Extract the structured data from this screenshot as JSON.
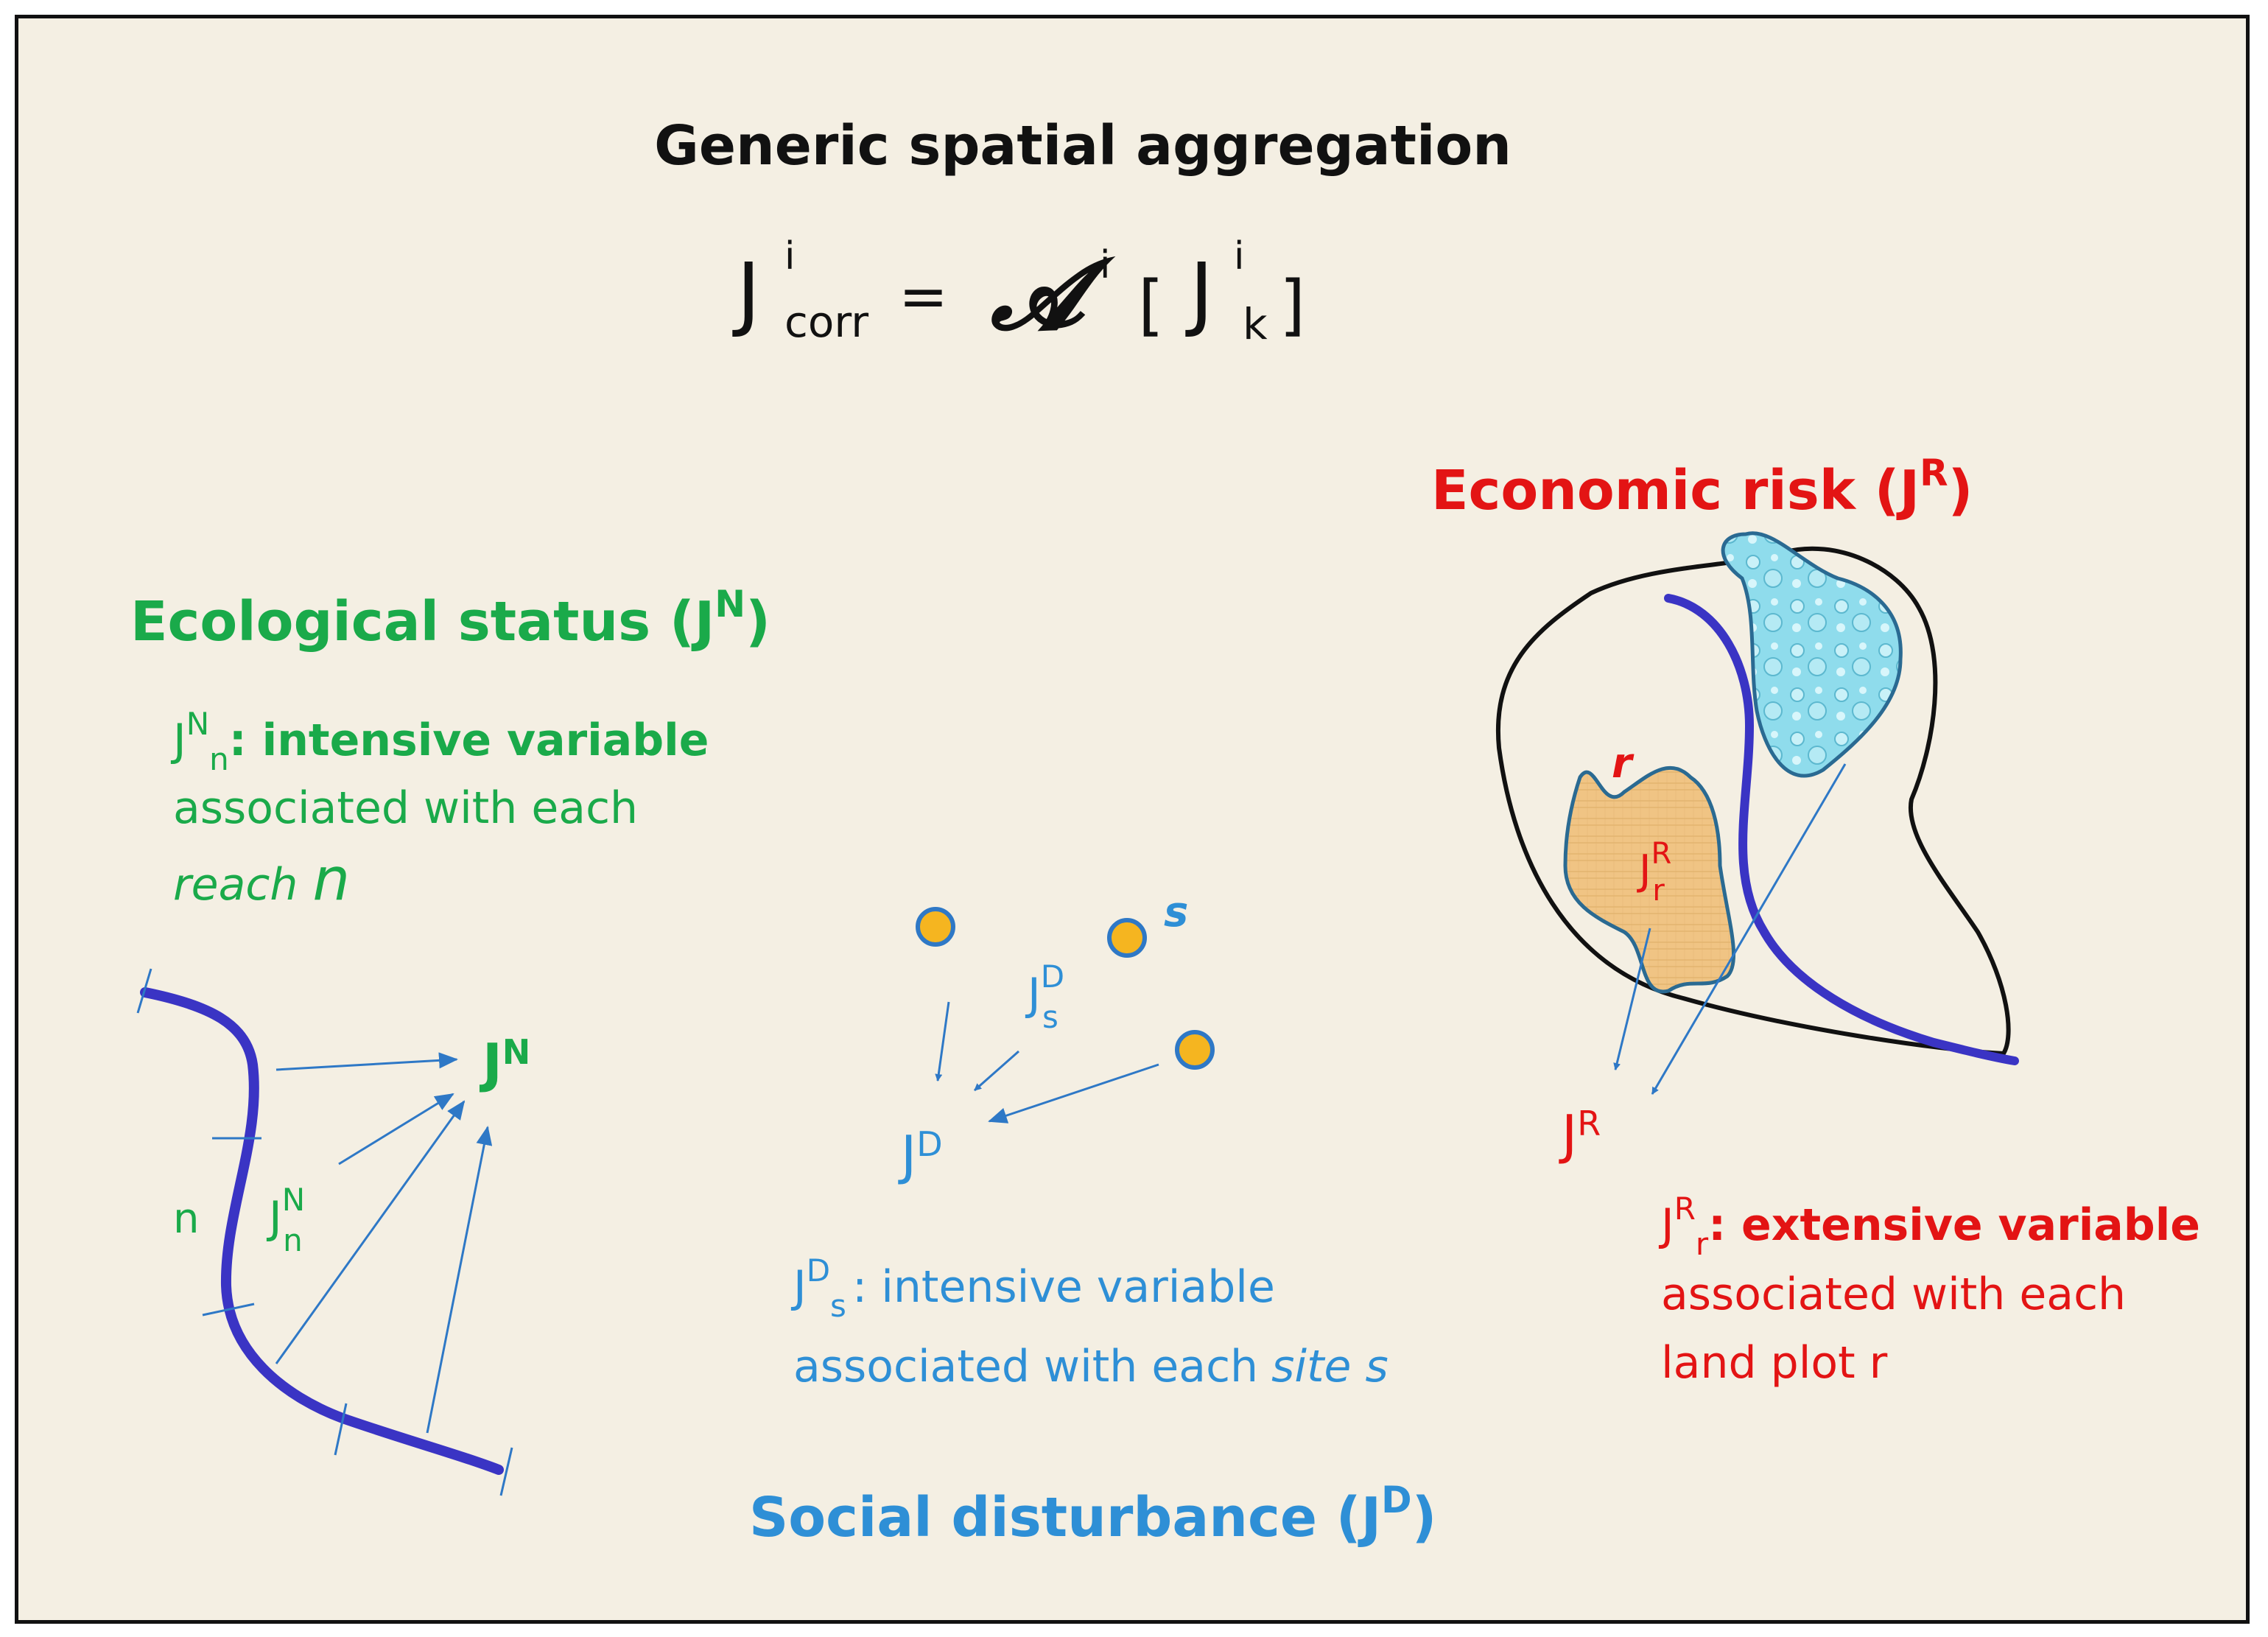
{
  "title": "Generic spatial aggregation",
  "formula": {
    "lhs_base": "J",
    "lhs_sup": "i",
    "lhs_sub": "corr",
    "eq": "=",
    "op": "𝓐",
    "op_sup": "i",
    "open": "[",
    "arg_base": "J",
    "arg_sup": "i",
    "arg_sub": "k",
    "close": "]"
  },
  "ecological": {
    "heading": "Ecological status (J",
    "heading_sup": "N",
    "heading_close": ")",
    "desc_base": "J",
    "desc_sup": "N",
    "desc_sub": "n",
    "desc_line1": ": intensive variable",
    "desc_line2": "associated with each",
    "desc_line3_italic": "reach",
    "desc_line3_n": "n",
    "reach_label": "n",
    "jn_base": "J",
    "jn_sup": "N",
    "jn_sub": "n",
    "target_base": "J",
    "target_sup": "N"
  },
  "social": {
    "heading": "Social disturbance (J",
    "heading_sup": "D",
    "heading_close": ")",
    "site_label": "s",
    "js_base": "J",
    "js_sup": "D",
    "js_sub": "s",
    "target_base": "J",
    "target_sup": "D",
    "desc_base": "J",
    "desc_sup": "D",
    "desc_sub": "s",
    "desc_line1": ": intensive variable",
    "desc_line2": "associated with each",
    "desc_line2_italic": "site s"
  },
  "economic": {
    "heading": "Economic risk (J",
    "heading_sup": "R",
    "heading_close": ")",
    "plot_label": "r",
    "jr_base": "J",
    "jr_sup": "R",
    "jr_sub": "r",
    "target_base": "J",
    "target_sup": "R",
    "desc_base": "J",
    "desc_sup": "R",
    "desc_sub": "r",
    "desc_line1": ": extensive variable",
    "desc_line2": "associated with each",
    "desc_line3": "land plot r"
  },
  "colors": {
    "ecological": "#1aaa4a",
    "social": "#2e8fd6",
    "economic": "#e31414",
    "river": "#3a34c4",
    "background": "#f4efe3",
    "site_fill": "#f5b520",
    "plot_fill": "#f0c484",
    "water_fill": "#8fdcec"
  }
}
